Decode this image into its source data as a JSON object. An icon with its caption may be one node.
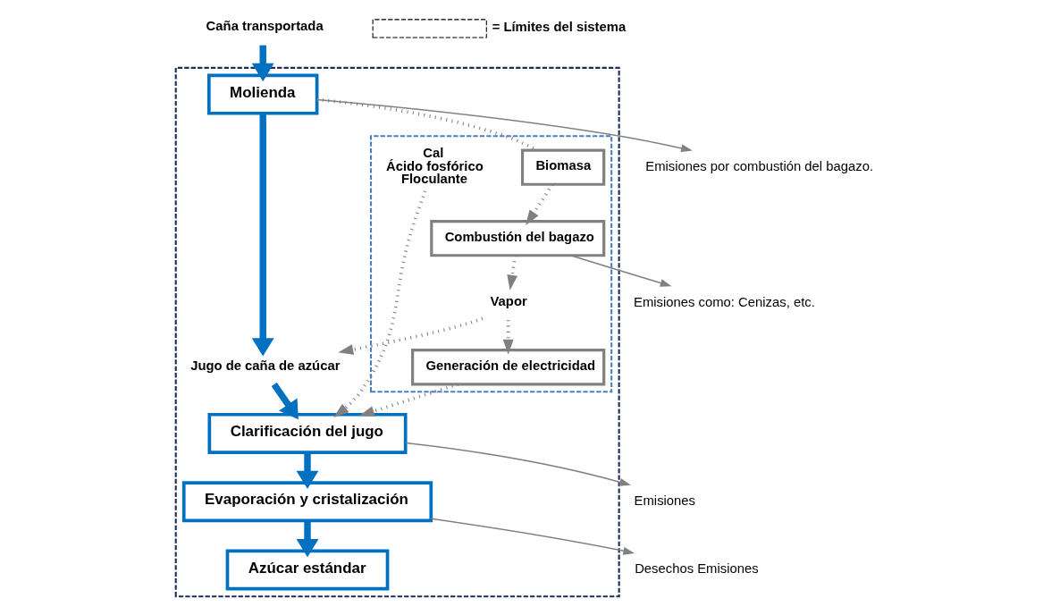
{
  "diagram": {
    "nodes": [
      {
        "text": [],
        "shape": "box"
      },
      {
        "text": [],
        "shape": "box",
        "in": 0
      },
      {
        "text": [
          "Caña transportada"
        ]
      },
      {
        "text": [
          "Combustión del bagazo"
        ],
        "in": 1
      },
      {
        "text": [
          "Biomasa"
        ],
        "in": 1
      },
      {
        "text": [
          "Molienda"
        ],
        "in": 0
      },
      {
        "text": [
          "Jugo de caña de azúcar"
        ],
        "in": 0
      },
      {
        "text": [
          "Vapor"
        ],
        "in": 1
      },
      {
        "text": [
          "Clarificación del jugo"
        ],
        "in": 0
      },
      {
        "text": [
          "Generación de electricidad"
        ],
        "in": 1
      },
      {
        "text": [
          "Cal",
          "Ácido fosfórico",
          "Floculante"
        ],
        "in": 1
      },
      {
        "text": [
          "Evaporación y cristalización"
        ],
        "in": 0
      },
      {
        "text": [
          "Azúcar estándar"
        ],
        "in": 0
      },
      {
        "text": [
          "Emisiones como: Cenizas, etc."
        ]
      },
      {
        "text": [
          "Emisiones por combustión del bagazo."
        ]
      },
      {
        "text": [
          "Emisiones"
        ]
      },
      {
        "text": [
          "Desechos Emisiones"
        ]
      }
    ],
    "edges": [
      {
        "from": 2,
        "to": 5,
        "arrow": "to",
        "style": "thick",
        "color": "#0070c0"
      },
      {
        "from": 5,
        "to": 6,
        "arrow": "to",
        "style": "thick",
        "color": "#0070c0"
      },
      {
        "from": 6,
        "to": 8,
        "arrow": "to",
        "style": "thick",
        "color": "#0070c0"
      },
      {
        "from": 8,
        "to": 11,
        "arrow": "to",
        "style": "thick",
        "color": "#0070c0"
      },
      {
        "from": 11,
        "to": 12,
        "arrow": "to",
        "style": "thick",
        "color": "#0070c0"
      },
      {
        "from": 5,
        "to": 4,
        "arrow": "none",
        "style": "dashed"
      },
      {
        "from": 4,
        "to": 3,
        "arrow": "to",
        "style": "dashed"
      },
      {
        "from": 3,
        "to": 13,
        "arrow": "to"
      },
      {
        "from": 5,
        "to": 14,
        "arrow": "to"
      },
      {
        "from": 3,
        "to": 7,
        "arrow": "to",
        "style": "dashed"
      },
      {
        "from": 7,
        "to": 6,
        "arrow": "to",
        "style": "dashed"
      },
      {
        "from": 7,
        "to": 9,
        "arrow": "to",
        "style": "dashed"
      },
      {
        "from": 9,
        "to": 8,
        "arrow": "to",
        "style": "dashed"
      },
      {
        "from": 10,
        "to": 8,
        "arrow": "to",
        "style": "dashed"
      },
      {
        "from": 8,
        "to": 15,
        "arrow": "to"
      },
      {
        "from": 11,
        "to": 16,
        "arrow": "to"
      }
    ],
    "legend": [
      {
        "text": "= Límites del sistema"
      }
    ]
  }
}
